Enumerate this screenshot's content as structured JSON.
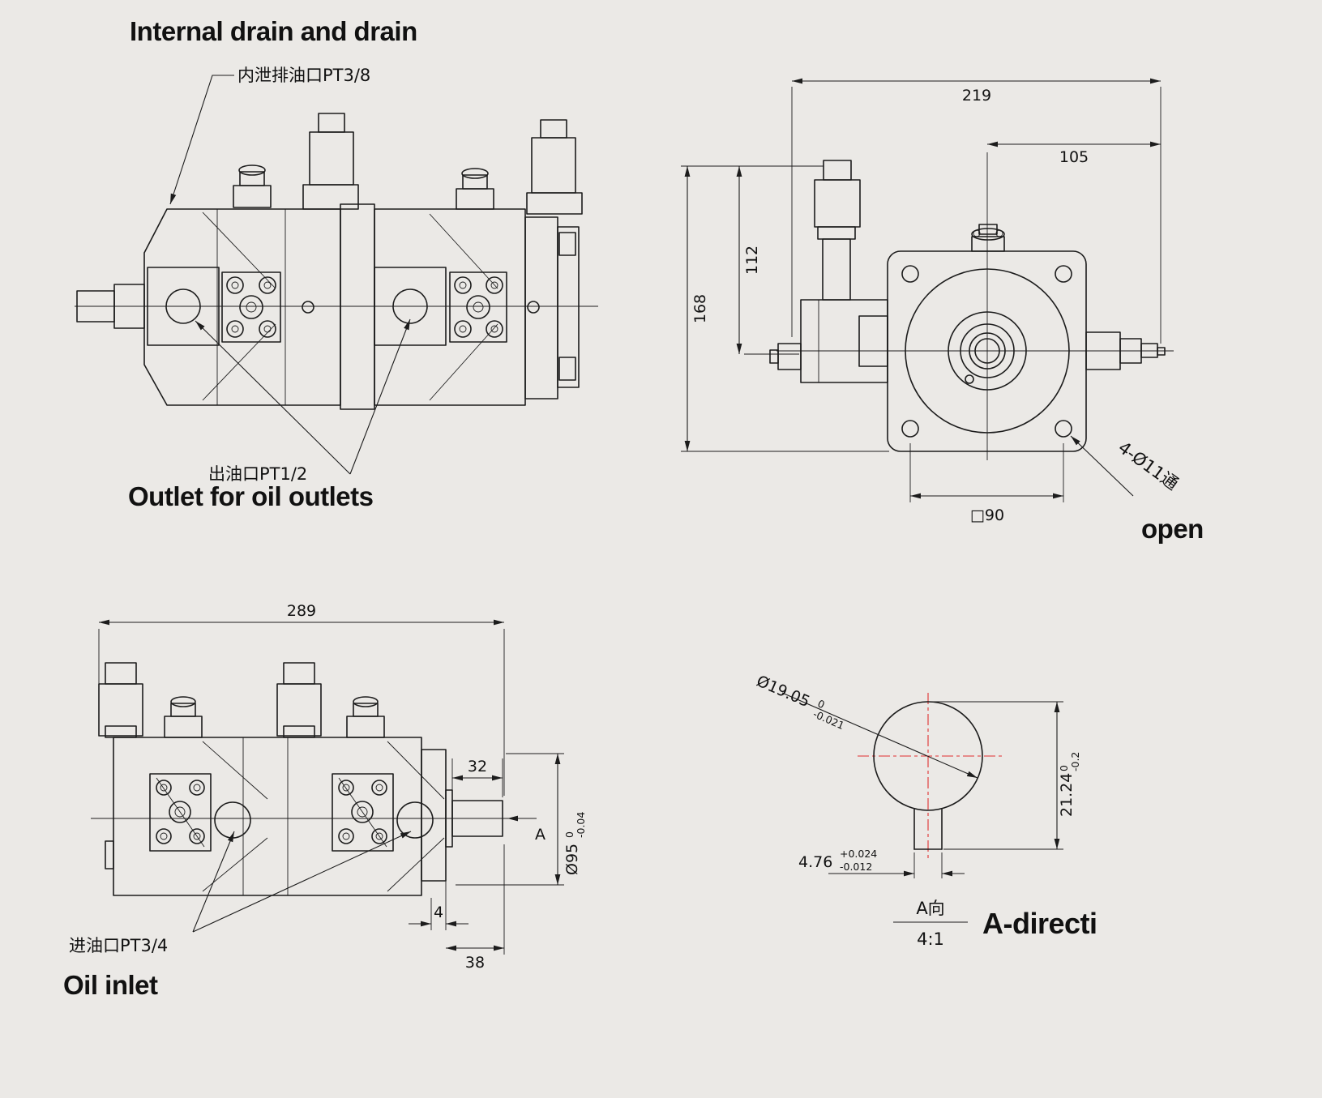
{
  "colors": {
    "background": "#ebe9e6",
    "line": "#1c1c1c",
    "centerline_red": "#e03030"
  },
  "top_left_view": {
    "title": "Internal drain and drain",
    "drain_label": "内泄排油口PT3/8",
    "outlet_label_cn": "出油口PT1/2",
    "outlet_title": "Outlet for oil outlets"
  },
  "front_view": {
    "dim_total_width": "219",
    "dim_right_width": "105",
    "dim_upper_height": "112",
    "dim_total_height": "168",
    "dim_bolt_square": "□90",
    "holes_label": "4-Ø11通",
    "open_label": "open"
  },
  "bottom_left_view": {
    "dim_total_length": "289",
    "dim_shaft_len": "32",
    "dia_value": "Ø95",
    "dia_tol_upper": "0",
    "dia_tol_lower": "-0.04",
    "arrow_label": "A",
    "dim_key": "4",
    "dim_end": "38",
    "inlet_label_cn": "进油口PT3/4",
    "inlet_title": "Oil inlet"
  },
  "detail_view": {
    "dia_value": "Ø19.05",
    "dia_tol_upper": "0",
    "dia_tol_lower": "-0.021",
    "depth_value": "21.24",
    "depth_tol_upper": "0",
    "depth_tol_lower": "-0.2",
    "width_value": "4.76",
    "width_tol_upper": "+0.024",
    "width_tol_lower": "-0.012",
    "view_label_cn": "A向",
    "scale_label": "4:1",
    "view_title": "A-directi"
  }
}
